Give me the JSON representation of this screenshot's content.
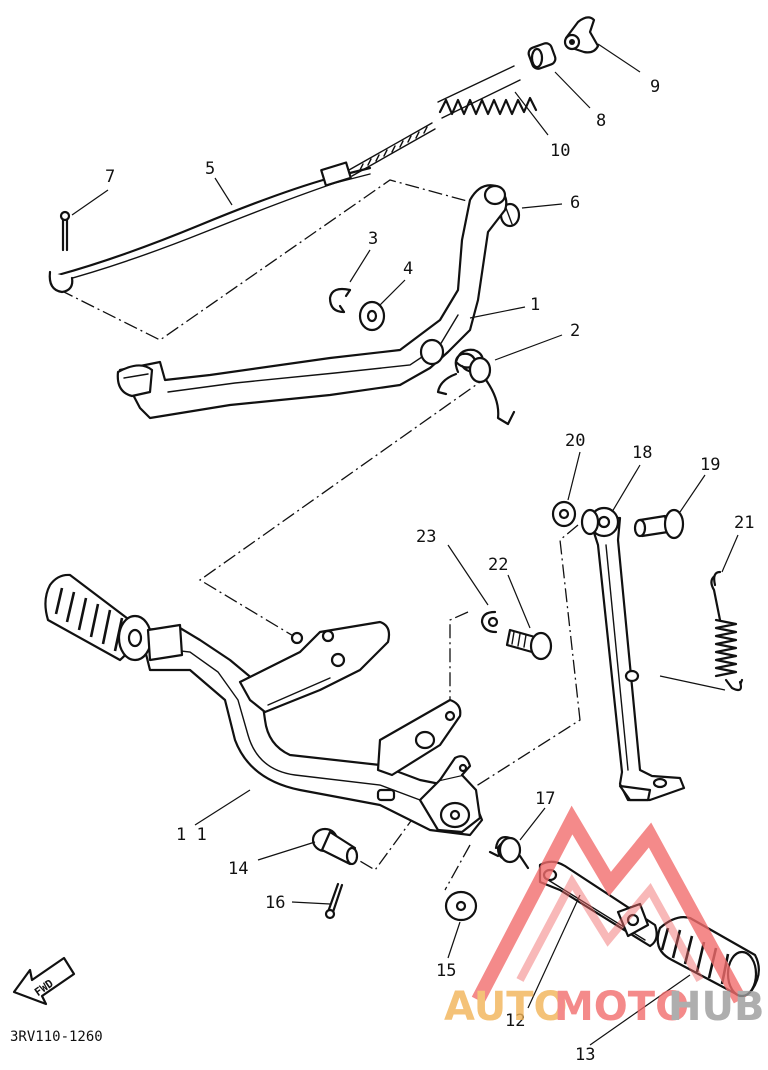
{
  "labels": {
    "p1": "1",
    "p2": "2",
    "p3": "3",
    "p4": "4",
    "p5": "5",
    "p6": "6",
    "p7": "7",
    "p8": "8",
    "p9": "9",
    "p10": "10",
    "p11": "1 1",
    "p12": "12",
    "p13": "13",
    "p14": "14",
    "p15": "15",
    "p16": "16",
    "p17": "17",
    "p18": "18",
    "p19": "19",
    "p20": "20",
    "p21": "21",
    "p22": "22",
    "p23": "23"
  },
  "diagram_code": "3RV110-1260",
  "fwd_badge": "FWD",
  "watermark": {
    "text_a": "AUTO",
    "text_b": "MOTO",
    "text_c": "HUB",
    "color_primary": "#f26d6d",
    "color_secondary": "#f2b457",
    "color_tertiary": "#9a9a9a"
  }
}
